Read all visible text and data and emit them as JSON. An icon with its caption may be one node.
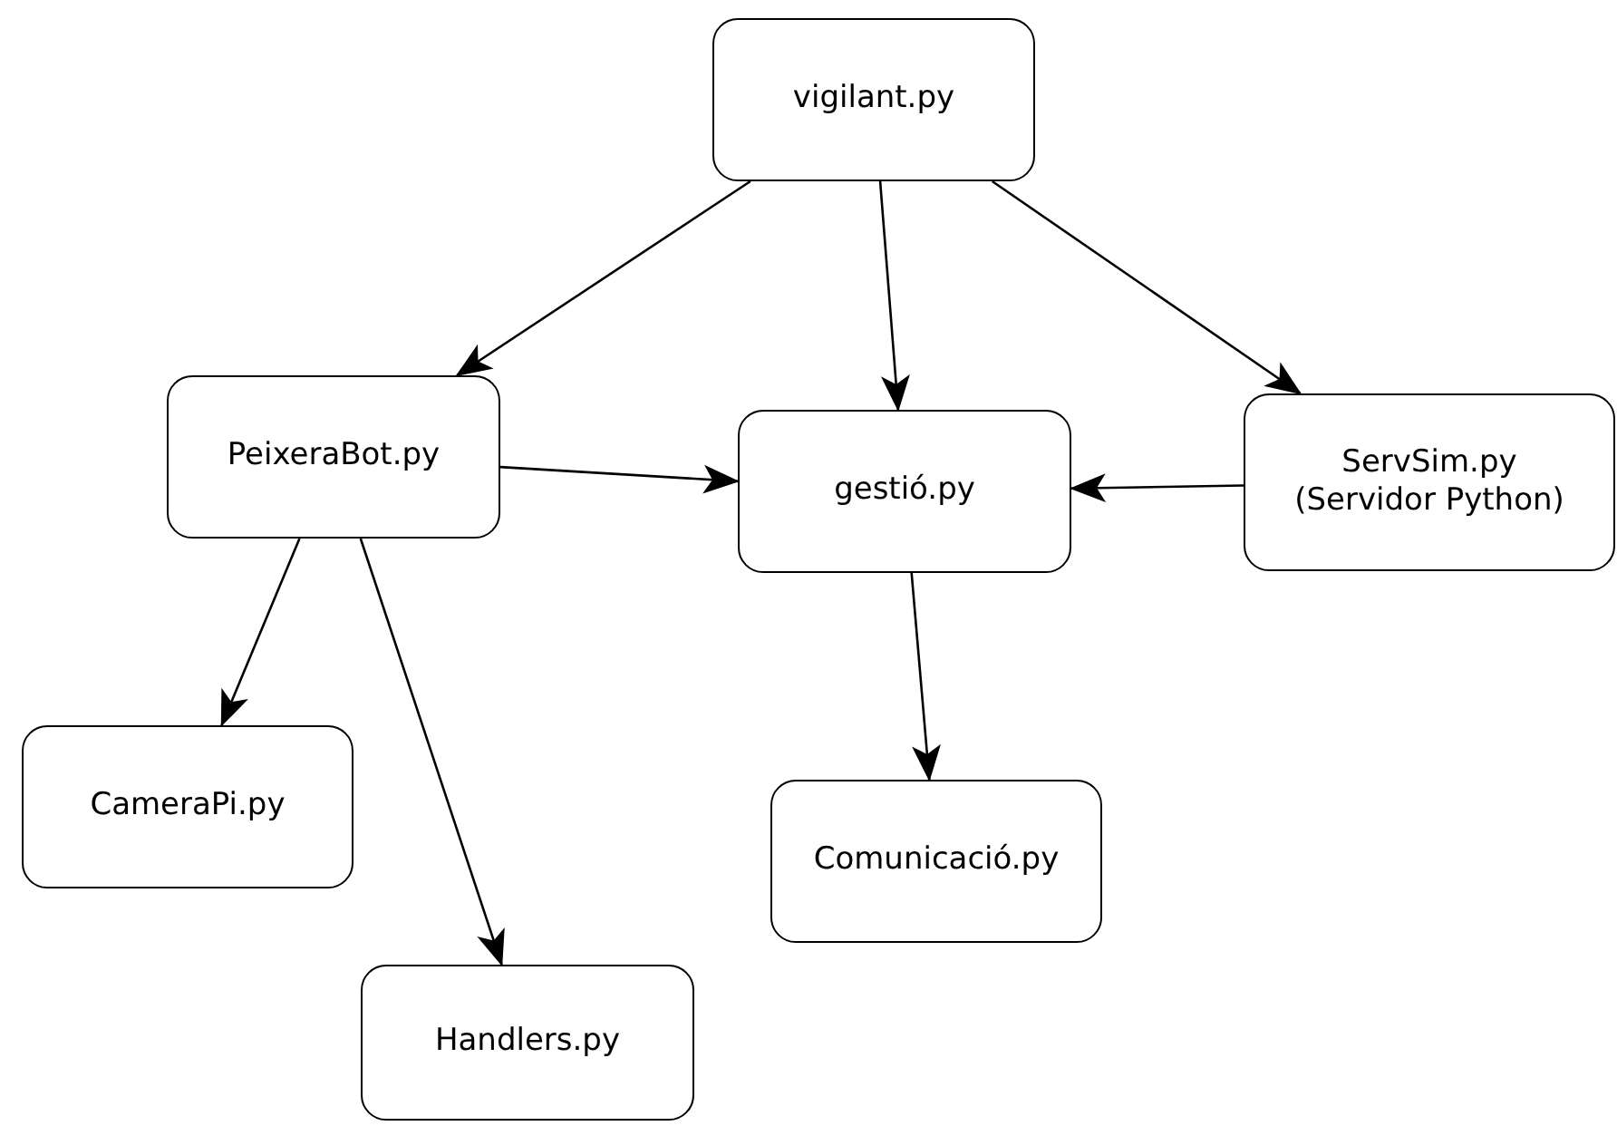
{
  "diagram": {
    "nodes": [
      {
        "text": [
          "vigilant.py"
        ]
      },
      {
        "text": [
          "PeixeraBot.py"
        ]
      },
      {
        "text": [
          "gestió.py"
        ]
      },
      {
        "text": [
          "ServSim.py",
          "(Servidor Python)"
        ]
      },
      {
        "text": [
          "CameraPi.py"
        ]
      },
      {
        "text": [
          "Comunicació.py"
        ]
      },
      {
        "text": [
          "Handlers.py"
        ]
      }
    ],
    "edges": [
      {
        "from": 0,
        "to": 1,
        "arrow": "to"
      },
      {
        "from": 0,
        "to": 2,
        "arrow": "to"
      },
      {
        "from": 0,
        "to": 3,
        "arrow": "to"
      },
      {
        "from": 1,
        "to": 2,
        "arrow": "to"
      },
      {
        "from": 3,
        "to": 2,
        "arrow": "to"
      },
      {
        "from": 1,
        "to": 4,
        "arrow": "to"
      },
      {
        "from": 1,
        "to": 6,
        "arrow": "to"
      },
      {
        "from": 2,
        "to": 5,
        "arrow": "to"
      }
    ]
  }
}
